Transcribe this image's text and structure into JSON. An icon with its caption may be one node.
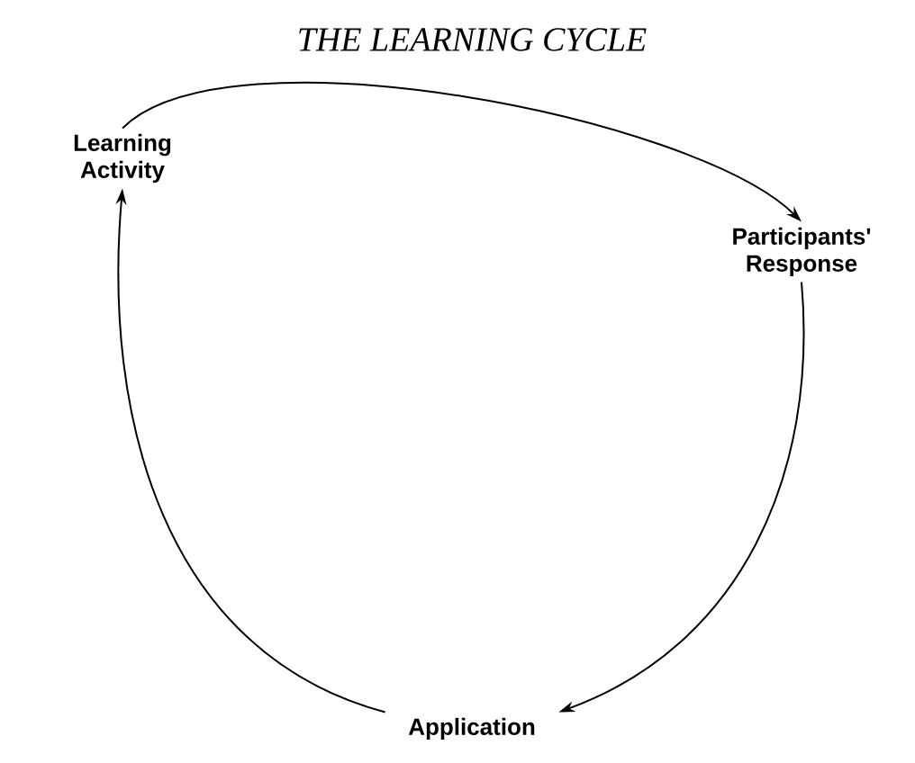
{
  "diagram": {
    "title": "THE LEARNING CYCLE",
    "nodes": [
      {
        "text": [
          "Learning Activity"
        ]
      },
      {
        "text": [
          "Participants' Response"
        ]
      },
      {
        "text": [
          "Application"
        ]
      }
    ],
    "edges": [
      {
        "from": 0,
        "to": 1,
        "arrow": "to"
      },
      {
        "from": 1,
        "to": 2,
        "arrow": "to"
      },
      {
        "from": 2,
        "to": 0,
        "arrow": "to"
      }
    ]
  }
}
